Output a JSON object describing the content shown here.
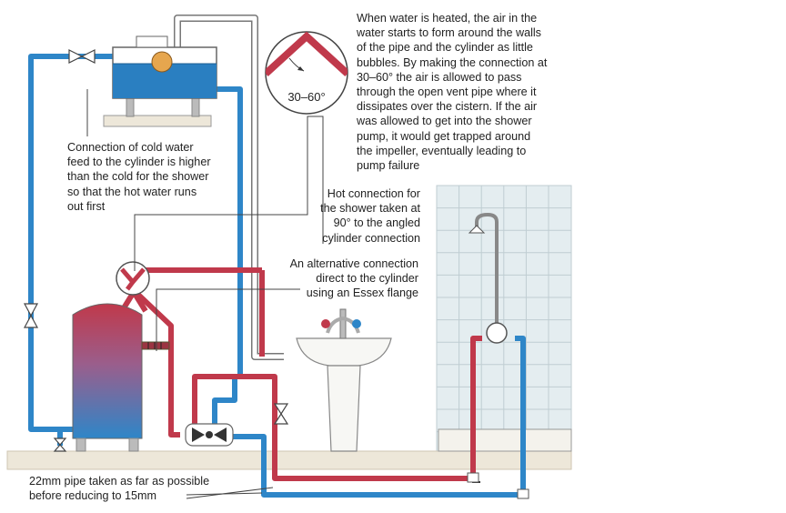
{
  "colors": {
    "hot": "#c0394b",
    "cold": "#2e86c8",
    "cistern_water": "#2a7fc1",
    "tile": "#e4edf0",
    "tile_line": "#bfcdd2",
    "floor": "#ede7d9",
    "ball": "#e6a64e",
    "outline": "#555555"
  },
  "icons": [
    "gate-valve-icon",
    "pump-icon",
    "ball-valve-icon",
    "shower-rose-icon",
    "basin-tap-icon",
    "angle-indicator-icon"
  ],
  "annotations": {
    "air_bubbles": [
      "When water is heated, the air in the",
      "water starts to form around the walls",
      "of the pipe and the cylinder as little",
      "bubbles. By making the connection at",
      "30–60° the air is allowed to pass",
      "through the open vent pipe where it",
      "dissipates over the cistern. If the air",
      "was allowed to get into the shower",
      "pump, it would get trapped around",
      "the impeller, eventually leading to",
      "pump failure"
    ],
    "cold_feed": [
      "Connection of cold water",
      "feed to the cylinder is higher",
      "than the cold for the shower",
      "so that the hot water runs",
      "out first"
    ],
    "hot_connection": [
      "Hot connection for",
      "the shower taken at",
      "90° to the angled",
      "cylinder connection"
    ],
    "essex_flange": [
      "An alternative connection",
      "direct to the cylinder",
      "using an Essex flange"
    ],
    "pipe_size": [
      "22mm pipe taken as far as possible",
      "before reducing to 15mm"
    ],
    "angle_label": "30–60°"
  }
}
